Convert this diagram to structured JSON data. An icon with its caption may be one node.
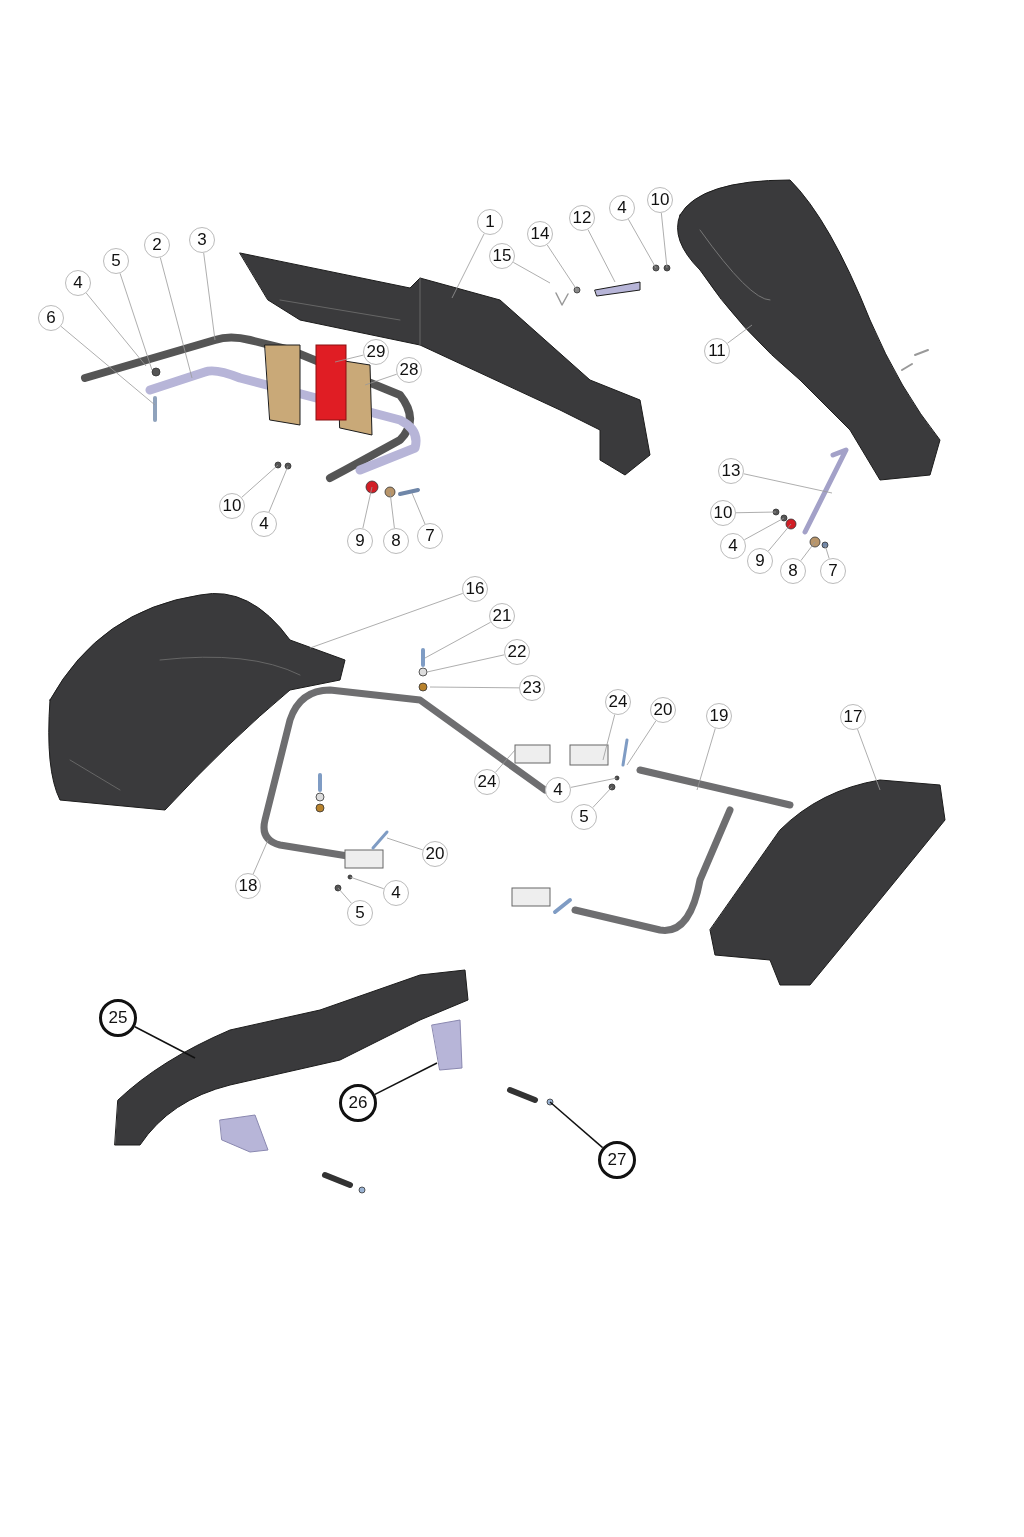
{
  "diagram": {
    "nodes": [
      {
        "text": [
          "1"
        ]
      },
      {
        "text": [
          "2"
        ]
      },
      {
        "text": [
          "3"
        ]
      },
      {
        "text": [
          "5"
        ]
      },
      {
        "text": [
          "4"
        ]
      },
      {
        "text": [
          "6"
        ]
      },
      {
        "text": [
          "29"
        ]
      },
      {
        "text": [
          "28"
        ]
      },
      {
        "text": [
          "10"
        ]
      },
      {
        "text": [
          "4"
        ]
      },
      {
        "text": [
          "9"
        ]
      },
      {
        "text": [
          "8"
        ]
      },
      {
        "text": [
          "7"
        ]
      },
      {
        "text": [
          "15"
        ]
      },
      {
        "text": [
          "14"
        ]
      },
      {
        "text": [
          "12"
        ]
      },
      {
        "text": [
          "4"
        ]
      },
      {
        "text": [
          "10"
        ]
      },
      {
        "text": [
          "11"
        ]
      },
      {
        "text": [
          "13"
        ]
      },
      {
        "text": [
          "10"
        ]
      },
      {
        "text": [
          "4"
        ]
      },
      {
        "text": [
          "9"
        ]
      },
      {
        "text": [
          "8"
        ]
      },
      {
        "text": [
          "7"
        ]
      },
      {
        "text": [
          "16"
        ]
      },
      {
        "text": [
          "21"
        ]
      },
      {
        "text": [
          "22"
        ]
      },
      {
        "text": [
          "23"
        ]
      },
      {
        "text": [
          "24"
        ]
      },
      {
        "text": [
          "20"
        ]
      },
      {
        "text": [
          "19"
        ]
      },
      {
        "text": [
          "17"
        ]
      },
      {
        "text": [
          "24"
        ]
      },
      {
        "text": [
          "4"
        ]
      },
      {
        "text": [
          "5"
        ]
      },
      {
        "text": [
          "20"
        ]
      },
      {
        "text": [
          "18"
        ]
      },
      {
        "text": [
          "4"
        ]
      },
      {
        "text": [
          "5"
        ]
      },
      {
        "text": [
          "25"
        ]
      },
      {
        "text": [
          "26"
        ]
      },
      {
        "text": [
          "27"
        ]
      }
    ],
    "edges": [
      {
        "from": 0,
        "to": null,
        "arrow": "none"
      },
      {
        "from": 1,
        "to": null,
        "arrow": "none"
      },
      {
        "from": 2,
        "to": null,
        "arrow": "none"
      },
      {
        "from": 3,
        "to": null,
        "arrow": "none"
      },
      {
        "from": 4,
        "to": null,
        "arrow": "none"
      },
      {
        "from": 5,
        "to": null,
        "arrow": "none"
      },
      {
        "from": 6,
        "to": null,
        "arrow": "none"
      },
      {
        "from": 7,
        "to": null,
        "arrow": "none"
      },
      {
        "from": 8,
        "to": null,
        "arrow": "none"
      },
      {
        "from": 9,
        "to": null,
        "arrow": "none"
      },
      {
        "from": 10,
        "to": null,
        "arrow": "none"
      },
      {
        "from": 11,
        "to": null,
        "arrow": "none"
      },
      {
        "from": 12,
        "to": null,
        "arrow": "none"
      },
      {
        "from": 13,
        "to": null,
        "arrow": "none"
      },
      {
        "from": 14,
        "to": null,
        "arrow": "none"
      },
      {
        "from": 15,
        "to": null,
        "arrow": "none"
      },
      {
        "from": 16,
        "to": null,
        "arrow": "none"
      },
      {
        "from": 17,
        "to": null,
        "arrow": "none"
      },
      {
        "from": 18,
        "to": null,
        "arrow": "none"
      },
      {
        "from": 19,
        "to": null,
        "arrow": "none"
      },
      {
        "from": 20,
        "to": null,
        "arrow": "none"
      },
      {
        "from": 21,
        "to": null,
        "arrow": "none"
      },
      {
        "from": 22,
        "to": null,
        "arrow": "none"
      },
      {
        "from": 23,
        "to": null,
        "arrow": "none"
      },
      {
        "from": 24,
        "to": null,
        "arrow": "none"
      },
      {
        "from": 25,
        "to": null,
        "arrow": "none"
      },
      {
        "from": 26,
        "to": null,
        "arrow": "none"
      },
      {
        "from": 27,
        "to": null,
        "arrow": "none"
      },
      {
        "from": 28,
        "to": null,
        "arrow": "none"
      },
      {
        "from": 29,
        "to": null,
        "arrow": "none"
      },
      {
        "from": 30,
        "to": null,
        "arrow": "none"
      },
      {
        "from": 31,
        "to": null,
        "arrow": "none"
      },
      {
        "from": 32,
        "to": null,
        "arrow": "none"
      },
      {
        "from": 33,
        "to": null,
        "arrow": "none"
      },
      {
        "from": 34,
        "to": null,
        "arrow": "none"
      },
      {
        "from": 35,
        "to": null,
        "arrow": "none"
      },
      {
        "from": 36,
        "to": null,
        "arrow": "none"
      },
      {
        "from": 37,
        "to": null,
        "arrow": "none"
      },
      {
        "from": 38,
        "to": null,
        "arrow": "none"
      },
      {
        "from": 39,
        "to": null,
        "arrow": "none"
      },
      {
        "from": 40,
        "to": null,
        "arrow": "none",
        "color": "#111111"
      },
      {
        "from": 41,
        "to": null,
        "arrow": "none",
        "color": "#111111"
      },
      {
        "from": 42,
        "to": null,
        "arrow": "none",
        "color": "#111111"
      }
    ]
  }
}
